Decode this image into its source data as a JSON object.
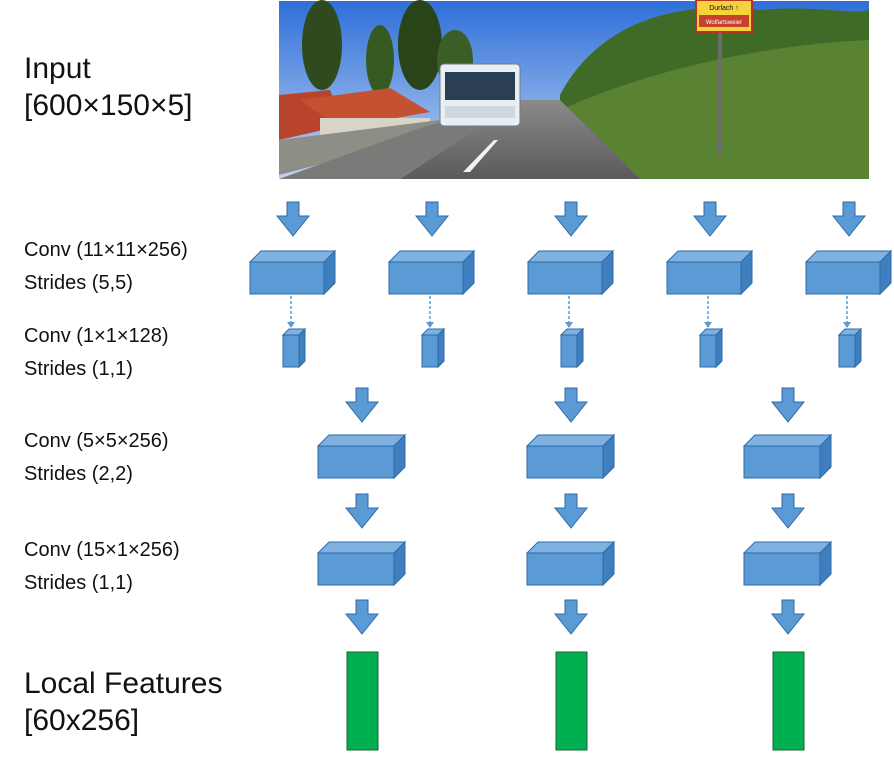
{
  "input": {
    "title": "Input",
    "dims": "[600×150×5]"
  },
  "layers": [
    {
      "conv": "Conv (11×11×256)",
      "strides": "Strides (5,5)"
    },
    {
      "conv": "Conv (1×1×128)",
      "strides": "Strides (1,1)"
    },
    {
      "conv": "Conv (5×5×256)",
      "strides": "Strides (2,2)"
    },
    {
      "conv": "Conv (15×1×256)",
      "strides": "Strides (1,1)"
    }
  ],
  "output": {
    "title": "Local Features",
    "dims": "[60x256]"
  },
  "colors": {
    "block_front": "#5b9bd5",
    "block_top": "#7fb2e0",
    "block_side": "#3f7fc0",
    "block_edge": "#2e6aa8",
    "feature": "#00b050",
    "feature_edge": "#1f5f2e"
  },
  "photo": {
    "sign_line1": "Durlach ↑",
    "sign_line2": "Wolfartsweier"
  }
}
